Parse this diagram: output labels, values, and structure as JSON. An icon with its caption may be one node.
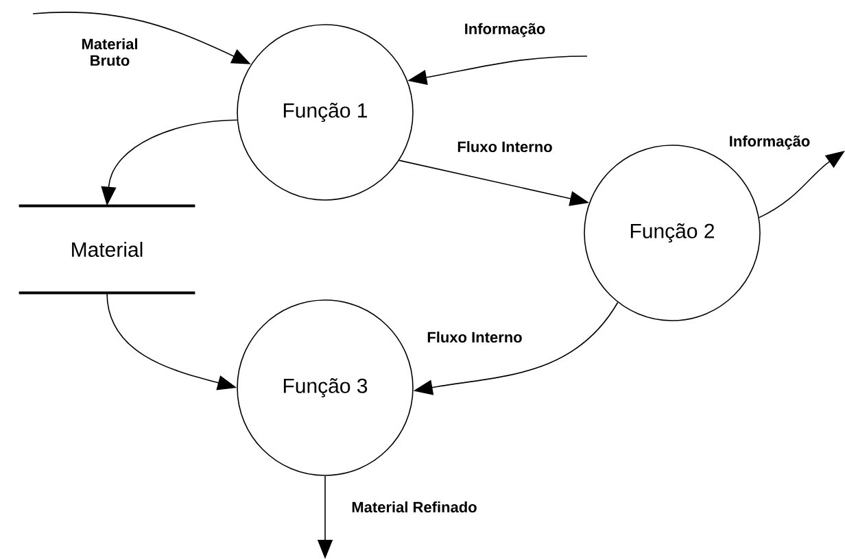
{
  "diagram": {
    "nodes": [
      {
        "text": [
          "Função 1"
        ]
      },
      {
        "text": [
          "Material"
        ]
      },
      {
        "text": [
          "Função 2"
        ]
      },
      {
        "text": [
          "Função 3"
        ]
      }
    ],
    "edges": [
      {
        "from": null,
        "to": 0,
        "arrow": "to",
        "label": "Material Bruto"
      },
      {
        "from": null,
        "to": 0,
        "arrow": "to",
        "label": "Informação"
      },
      {
        "from": 0,
        "to": 1,
        "arrow": "to"
      },
      {
        "from": 0,
        "to": 2,
        "arrow": "to",
        "label": "Fluxo Interno"
      },
      {
        "from": 2,
        "to": null,
        "arrow": "to",
        "label": "Informação"
      },
      {
        "from": 1,
        "to": 3,
        "arrow": "to"
      },
      {
        "from": 2,
        "to": 3,
        "arrow": "to",
        "label": "Fluxo Interno"
      },
      {
        "from": 3,
        "to": null,
        "arrow": "to",
        "label": "Material Refinado"
      }
    ]
  }
}
